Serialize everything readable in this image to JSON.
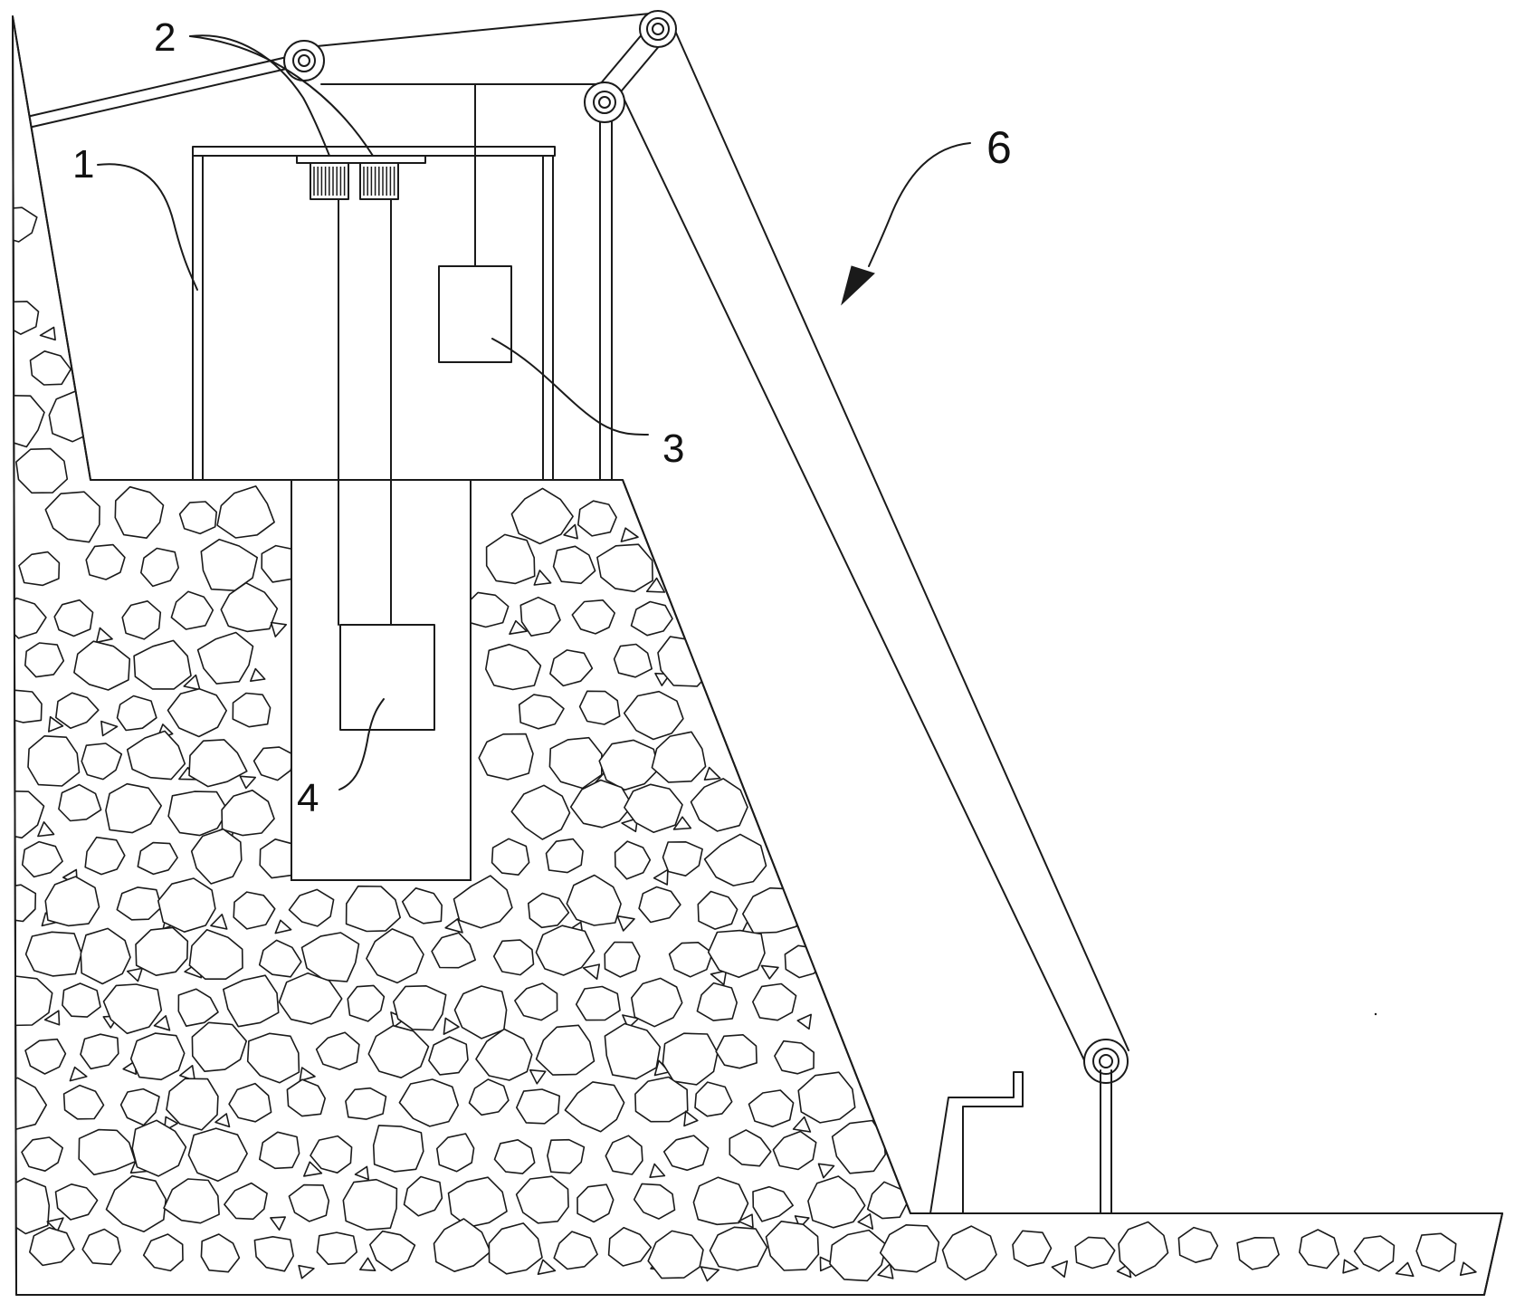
{
  "figure": {
    "labels": [
      {
        "id": "frame",
        "text": "1"
      },
      {
        "id": "winches",
        "text": "2"
      },
      {
        "id": "counterweight-upper",
        "text": "3"
      },
      {
        "id": "counterweight-lower",
        "text": "4"
      },
      {
        "id": "assembly",
        "text": "6"
      }
    ]
  },
  "colors": {
    "line": "#1a1a1a",
    "background": "#ffffff"
  }
}
